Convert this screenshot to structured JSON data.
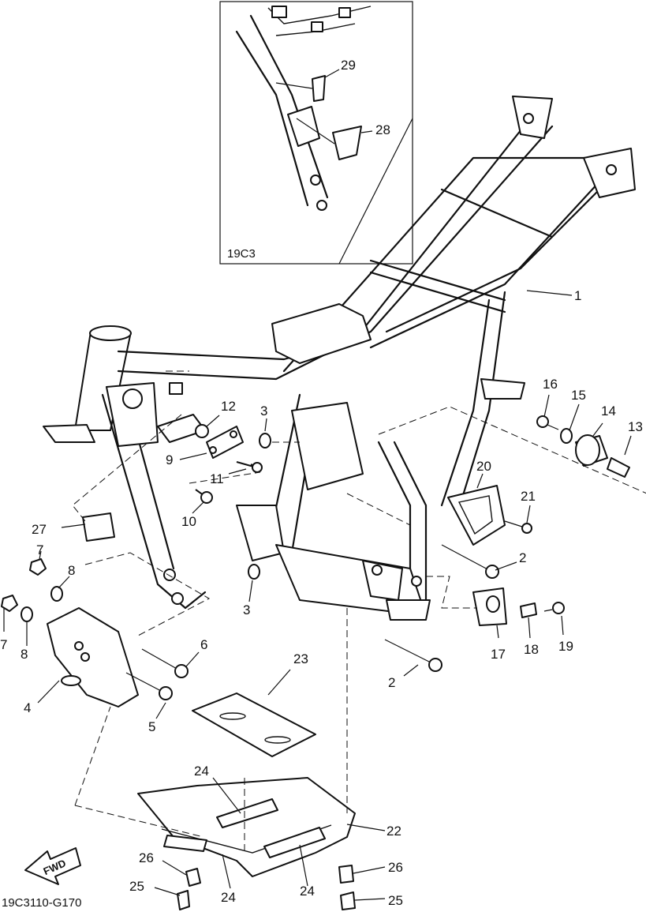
{
  "diagram": {
    "inset_code": "19C3",
    "figure_code": "19C3110-G170",
    "fwd_label": "FWD",
    "callouts": [
      "1",
      "2",
      "2",
      "3",
      "3",
      "4",
      "5",
      "6",
      "7",
      "7",
      "8",
      "8",
      "9",
      "10",
      "11",
      "12",
      "13",
      "14",
      "15",
      "16",
      "17",
      "18",
      "19",
      "20",
      "21",
      "22",
      "23",
      "24",
      "24",
      "24",
      "25",
      "25",
      "26",
      "26",
      "27",
      "28",
      "29"
    ]
  }
}
